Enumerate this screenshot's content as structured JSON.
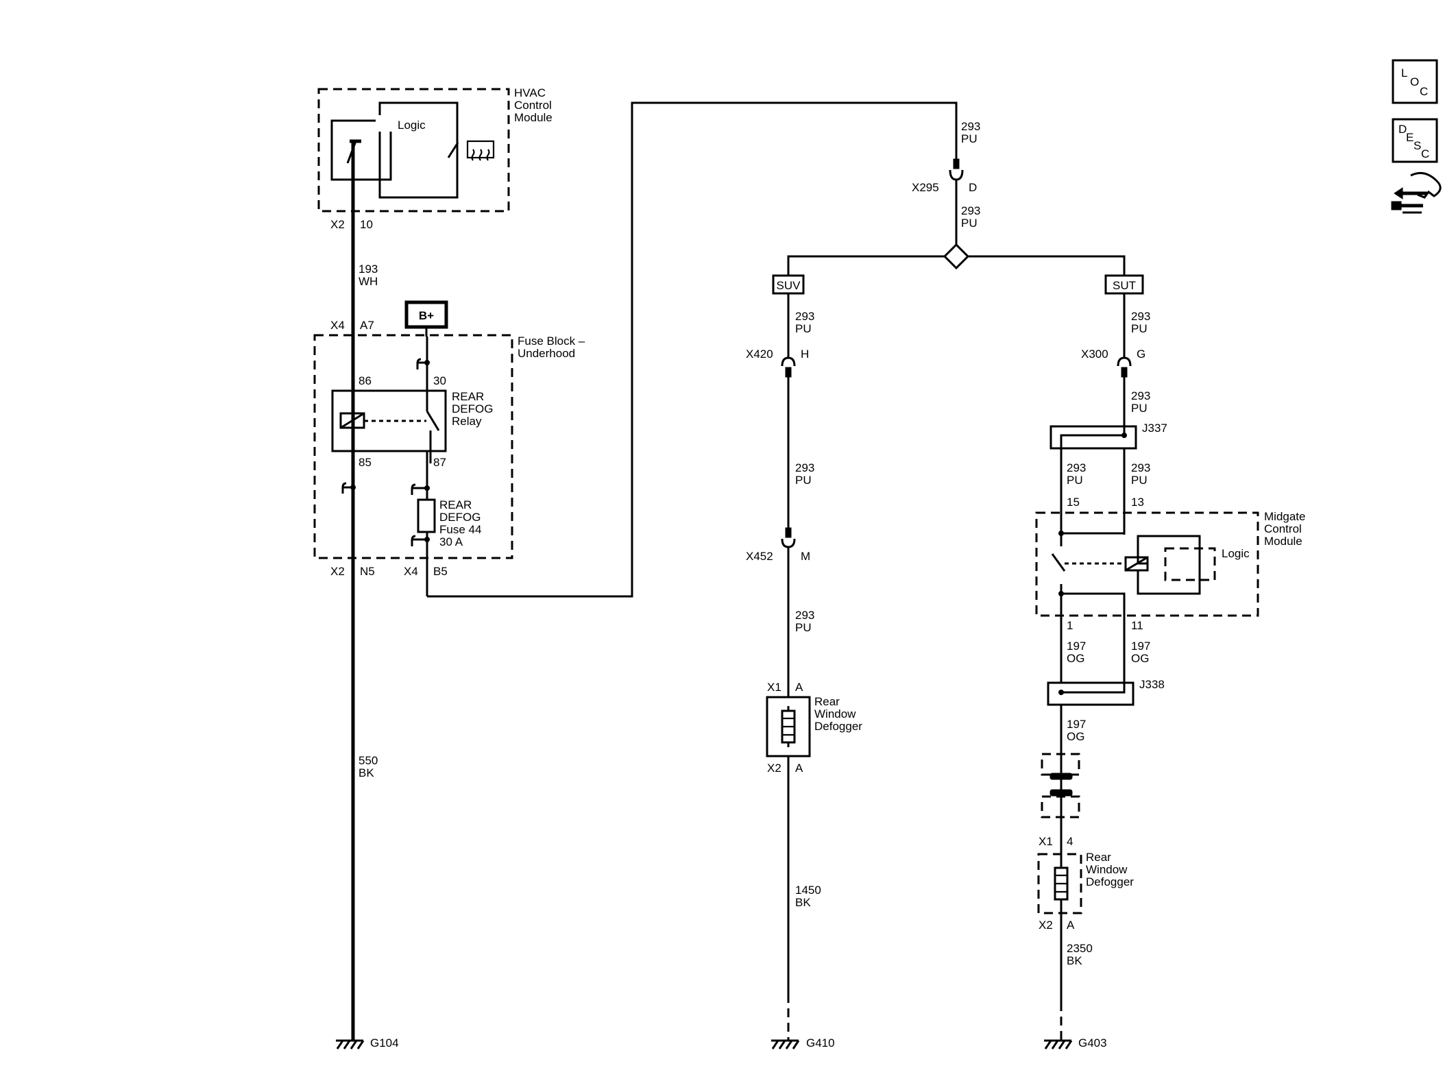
{
  "hvac": {
    "title1": "HVAC",
    "title2": "Control",
    "title3": "Module",
    "logic": "Logic",
    "pin_conn": "X2",
    "pin_num": "10"
  },
  "wire_193": {
    "circuit": "193",
    "color": "WH"
  },
  "fuse_block": {
    "title1": "Fuse Block –",
    "title2": "Underhood",
    "bplus": "B+",
    "x4": "X4",
    "a7": "A7",
    "relay_pins": {
      "p86": "86",
      "p30": "30",
      "p85": "85",
      "p87": "87"
    },
    "relay_name1": "REAR",
    "relay_name2": "DEFOG",
    "relay_name3": "Relay",
    "fuse_name1": "REAR",
    "fuse_name2": "DEFOG",
    "fuse_name3": "Fuse 44",
    "fuse_rating": "30 A",
    "x2": "X2",
    "n5": "N5",
    "x4b": "X4",
    "b5": "B5"
  },
  "wire_550": {
    "circuit": "550",
    "color": "BK"
  },
  "ground_g104": "G104",
  "x295": {
    "name": "X295",
    "pin": "D"
  },
  "wire_293": {
    "circuit": "293",
    "color": "PU"
  },
  "options": {
    "suv": "SUV",
    "sut": "SUT"
  },
  "x420": {
    "name": "X420",
    "pin": "H"
  },
  "x452": {
    "name": "X452",
    "pin": "M"
  },
  "x300": {
    "name": "X300",
    "pin": "G"
  },
  "suv_defogger": {
    "x1": "X1",
    "pin_a_top": "A",
    "name1": "Rear",
    "name2": "Window",
    "name3": "Defogger",
    "x2": "X2",
    "pin_a_bot": "A"
  },
  "wire_1450": {
    "circuit": "1450",
    "color": "BK"
  },
  "ground_g410": "G410",
  "splice_j337": "J337",
  "midgate": {
    "title1": "Midgate",
    "title2": "Control",
    "title3": "Module",
    "logic": "Logic",
    "pin15": "15",
    "pin13": "13",
    "pin1": "1",
    "pin11": "11"
  },
  "wire_197": {
    "circuit": "197",
    "color": "OG"
  },
  "splice_j338": "J338",
  "sut_defogger": {
    "x1": "X1",
    "pin4": "4",
    "name1": "Rear",
    "name2": "Window",
    "name3": "Defogger",
    "x2": "X2",
    "pin_a": "A"
  },
  "wire_2350": {
    "circuit": "2350",
    "color": "BK"
  },
  "ground_g403": "G403",
  "icons": {
    "loc": {
      "l": "L",
      "o": "O",
      "c": "C"
    },
    "desc": {
      "d": "D",
      "e": "E",
      "s": "S",
      "c": "C"
    }
  },
  "colors": {
    "ink": "#000000",
    "paper": "#ffffff"
  }
}
